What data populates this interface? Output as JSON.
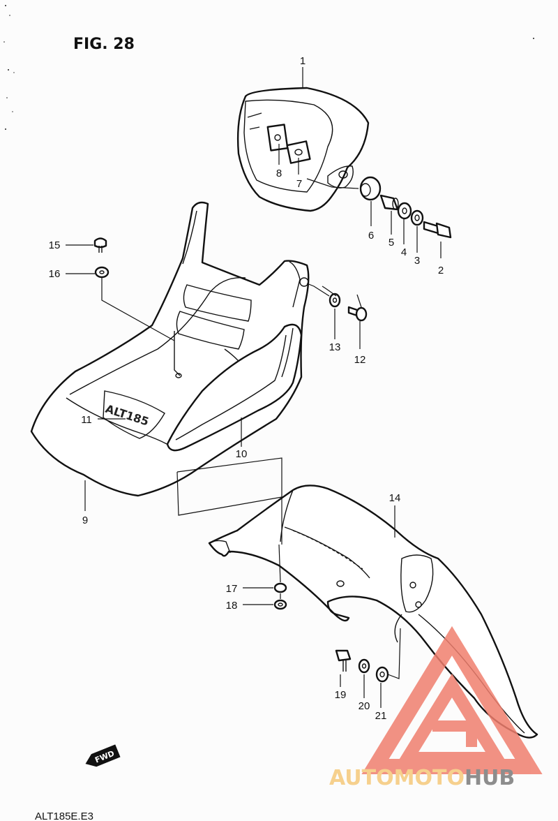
{
  "figure": {
    "title": "FIG. 28",
    "code": "ALT185E.E3",
    "direction_label": "FWD"
  },
  "callouts": [
    {
      "id": "1",
      "label": "1"
    },
    {
      "id": "2",
      "label": "2"
    },
    {
      "id": "3",
      "label": "3"
    },
    {
      "id": "4",
      "label": "4"
    },
    {
      "id": "5",
      "label": "5"
    },
    {
      "id": "6",
      "label": "6"
    },
    {
      "id": "7",
      "label": "7"
    },
    {
      "id": "8",
      "label": "8"
    },
    {
      "id": "9",
      "label": "9"
    },
    {
      "id": "10",
      "label": "10"
    },
    {
      "id": "11",
      "label": "11"
    },
    {
      "id": "12",
      "label": "12"
    },
    {
      "id": "13",
      "label": "13"
    },
    {
      "id": "14",
      "label": "14"
    },
    {
      "id": "15",
      "label": "15"
    },
    {
      "id": "16",
      "label": "16"
    },
    {
      "id": "17",
      "label": "17"
    },
    {
      "id": "18",
      "label": "18"
    },
    {
      "id": "19",
      "label": "19"
    },
    {
      "id": "20",
      "label": "20"
    },
    {
      "id": "21",
      "label": "21"
    }
  ],
  "watermark": {
    "brand_part1": "AUTOMOTO",
    "brand_part2": "HUB",
    "color_primary": "#f07f6e",
    "color_accent": "#f5c97a",
    "color_dark": "#7a7a7a"
  }
}
